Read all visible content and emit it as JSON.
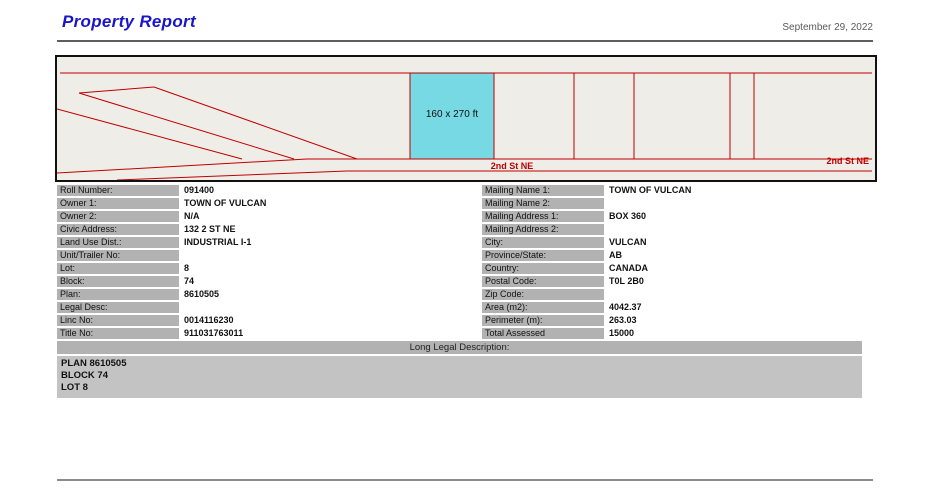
{
  "header": {
    "title": "Property Report",
    "date": "September 29, 2022"
  },
  "map": {
    "parcel_label": "160 x 270 ft",
    "street_labels": [
      "2nd St NE",
      "2nd St NE"
    ],
    "highlight_color": "#76d9e4",
    "line_color": "#c00000"
  },
  "fields_left": [
    {
      "label": "Roll Number:",
      "value": "091400"
    },
    {
      "label": "Owner 1:",
      "value": "TOWN OF VULCAN"
    },
    {
      "label": "Owner 2:",
      "value": "N/A"
    },
    {
      "label": "Civic Address:",
      "value": "132 2 ST NE"
    },
    {
      "label": "Land Use Dist.:",
      "value": "INDUSTRIAL I-1"
    },
    {
      "label": "Unit/Trailer No:",
      "value": ""
    },
    {
      "label": "Lot:",
      "value": "8"
    },
    {
      "label": "Block:",
      "value": "74"
    },
    {
      "label": "Plan:",
      "value": "8610505"
    },
    {
      "label": "Legal Desc:",
      "value": ""
    },
    {
      "label": "Linc No:",
      "value": "0014116230"
    },
    {
      "label": "Title No:",
      "value": "911031763011"
    }
  ],
  "fields_right": [
    {
      "label": "Mailing Name 1:",
      "value": "TOWN OF VULCAN"
    },
    {
      "label": "Mailing Name 2:",
      "value": ""
    },
    {
      "label": "Mailing Address 1:",
      "value": "BOX 360"
    },
    {
      "label": "Mailing Address 2:",
      "value": ""
    },
    {
      "label": "City:",
      "value": "VULCAN"
    },
    {
      "label": "Province/State:",
      "value": "AB"
    },
    {
      "label": "Country:",
      "value": "CANADA"
    },
    {
      "label": "Postal Code:",
      "value": "T0L 2B0"
    },
    {
      "label": "Zip Code:",
      "value": ""
    },
    {
      "label": "Area (m2):",
      "value": "4042.37"
    },
    {
      "label": "Perimeter (m):",
      "value": "263.03"
    },
    {
      "label": "Total Assessed",
      "value": "15000"
    }
  ],
  "legal": {
    "header": "Long Legal Description:",
    "lines": [
      "PLAN 8610505",
      "BLOCK 74",
      "LOT 8"
    ]
  }
}
